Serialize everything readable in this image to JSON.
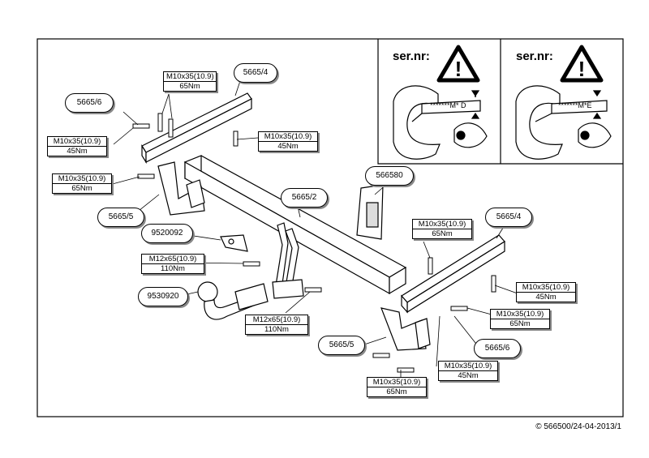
{
  "serial_panels": [
    {
      "label": "ser.nr:",
      "code": "*******M* D"
    },
    {
      "label": "ser.nr:",
      "code": "*******M*E"
    }
  ],
  "part_numbers": {
    "left_bracket_top": "5665/4",
    "left_bracket_side": "5665/6",
    "left_plate": "5665/5",
    "crossbar": "5665/2",
    "info_plate": "566580",
    "right_bracket": "5665/4",
    "ball_clamp": "9520092",
    "ball_neck": "9530920",
    "right_plate": "5665/5",
    "right_bracket_side": "5665/6"
  },
  "bolt_specs": {
    "top_left": {
      "bolt": "M10x35(10.9)",
      "torque": "65Nm"
    },
    "left_side": {
      "bolt": "M10x35(10.9)",
      "torque": "45Nm"
    },
    "left_center": {
      "bolt": "M10x35(10.9)",
      "torque": "45Nm"
    },
    "left_plate": {
      "bolt": "M10x35(10.9)",
      "torque": "65Nm"
    },
    "right_top": {
      "bolt": "M10x35(10.9)",
      "torque": "65Nm"
    },
    "ball_left": {
      "bolt": "M12x65(10.9)",
      "torque": "110Nm"
    },
    "ball_bottom": {
      "bolt": "M12x65(10.9)",
      "torque": "110Nm"
    },
    "right_side_upper": {
      "bolt": "M10x35(10.9)",
      "torque": "45Nm"
    },
    "right_side_mid": {
      "bolt": "M10x35(10.9)",
      "torque": "65Nm"
    },
    "right_bottom_center": {
      "bolt": "M10x35(10.9)",
      "torque": "45Nm"
    },
    "right_bottom_left": {
      "bolt": "M10x35(10.9)",
      "torque": "65Nm"
    }
  },
  "footer": {
    "copyright": "© 566500/24-04-2013/1"
  }
}
